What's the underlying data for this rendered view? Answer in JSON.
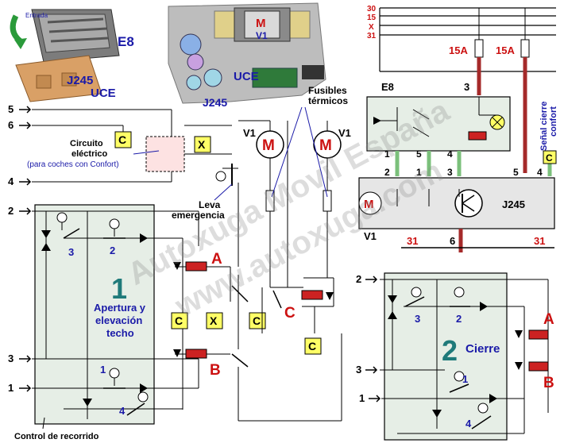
{
  "photos": {
    "e8_label": "E8",
    "e8_arrow_label": "Entrada",
    "j245_label": "J245",
    "uce_label": "UCE",
    "motor_label": "V1",
    "motor_m": "M",
    "motor_uce_label": "UCE",
    "motor_j245_label": "J245"
  },
  "supply": {
    "rails": [
      "30",
      "15",
      "X",
      "31"
    ],
    "fuse_left": "15A",
    "fuse_right": "15A"
  },
  "e8_box": {
    "label": "E8"
  },
  "signal_label_line1": "Señal cierre",
  "signal_label_line2": "confort",
  "j245_box": {
    "label": "J245",
    "motor_label": "V1",
    "motor_m": "M",
    "ground_left": "31",
    "ground_right": "31",
    "pin_ground": "6"
  },
  "pins": {
    "e8_1": "1",
    "e8_5": "5",
    "e8_4": "4",
    "e8_3": "3",
    "j_2": "2",
    "j_1": "1",
    "j_3": "3",
    "j_5": "5",
    "j_4": "4",
    "top_3": "3"
  },
  "badges": {
    "c": "C",
    "x": "X"
  },
  "left_inputs": [
    "5",
    "6",
    "4",
    "2",
    "3",
    "1"
  ],
  "circuit": {
    "title_line1": "Circuito",
    "title_line2": "eléctrico",
    "subtitle": "(para coches con Confort)"
  },
  "motors": {
    "left": "V1",
    "right": "V1",
    "m": "M"
  },
  "fuses_title_line1": "Fusibles",
  "fuses_title_line2": "térmicos",
  "lever_line1": "Leva",
  "lever_line2": "emergencia",
  "panel1": {
    "number": "1",
    "text_line1": "Apertura y",
    "text_line2": "elevación",
    "text_line3": "techo",
    "sw_3": "3",
    "sw_2": "2",
    "sw_1": "1",
    "sw_4": "4",
    "footer": "Control de recorrido"
  },
  "panel2": {
    "number": "2",
    "text": "Cierre",
    "sw_3": "3",
    "sw_2": "2",
    "sw_1": "1",
    "sw_4": "4",
    "inputs": [
      "2",
      "3",
      "1"
    ]
  },
  "relays": {
    "a": "A",
    "b": "B",
    "c": "C",
    "a2": "A",
    "b2": "B"
  },
  "watermark_line1": "Autoxuga Movil España",
  "watermark_line2": "www.autoxuga.com",
  "colors": {
    "wire": "#000000",
    "blue_label": "#1a1aa8",
    "red_label": "#cc1111",
    "badge_fill": "#ffff66",
    "panel_fill": "#e6eee6",
    "fuse_red": "#cc0000",
    "green_wire": "#7bc07b",
    "brown_wire": "#a52a2a",
    "relay_red": "#cc2222"
  }
}
